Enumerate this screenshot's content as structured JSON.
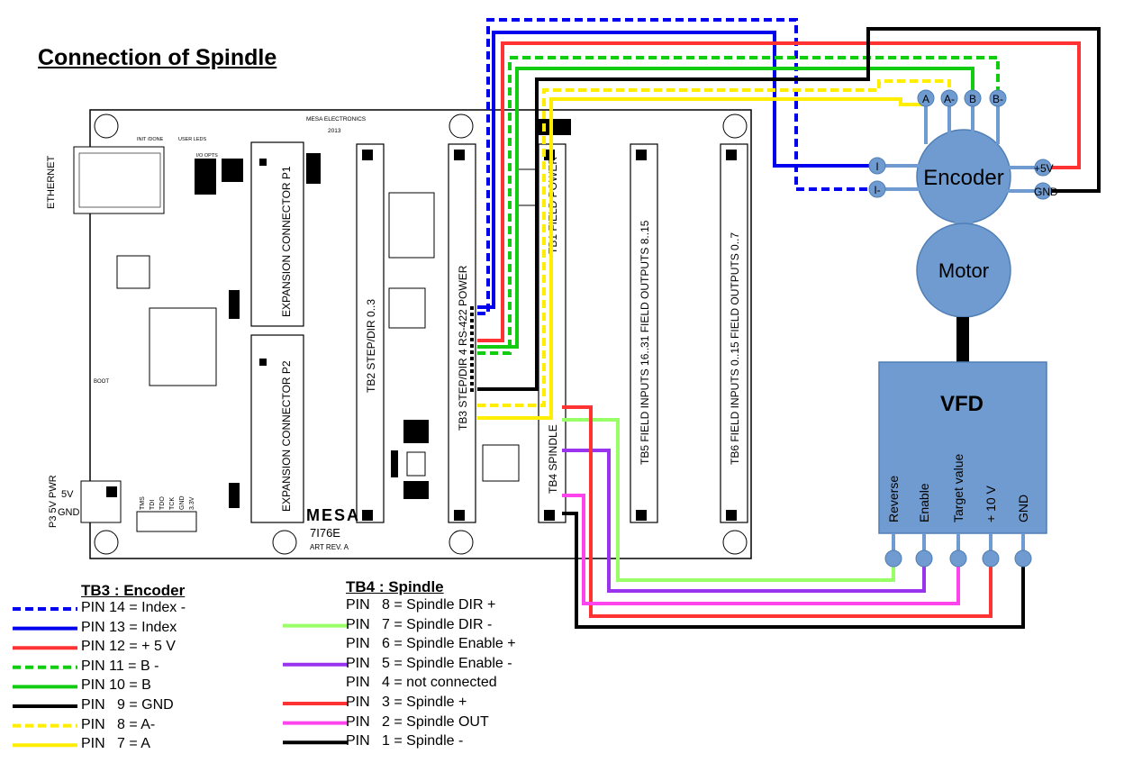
{
  "title": "Connection of Spindle",
  "board": {
    "maker": "MESA ELECTRONICS",
    "year": "2013",
    "logo_text": "MESA",
    "model": "7I76E",
    "rev": "ART REV. A",
    "ethernet": "ETHERNET",
    "p1": "EXPANSION CONNECTOR P1",
    "p2": "EXPANSION CONNECTOR P2",
    "tb2": "TB2 STEP/DIR 0..3",
    "tb3": "TB3 STEP/DIR 4 RS-422 POWER",
    "tb4": "TB4 SPINDLE",
    "tb1": "TB1 FIELD POWER",
    "tb5": "TB5 FIELD INPUTS 16..31 FIELD OUTPUTS 8..15",
    "tb6": "TB6 FIELD INPUTS 0..15 FIELD OUTPUTS 0..7",
    "pwr": "P3 5V PWR",
    "pwr_5v": "5V",
    "pwr_gnd": "GND",
    "user_leds": "USER LEDS",
    "io_opts": "I/O OPTS",
    "init_done": "INIT /DONE",
    "boot": "BOOT",
    "jtag": [
      "TMS",
      "TDI",
      "TDO",
      "TCK",
      "GND",
      "3.3V"
    ]
  },
  "encoder": {
    "label": "Encoder",
    "top_pins": [
      "A",
      "A-",
      "B",
      "B-"
    ],
    "left_pins": [
      "I",
      "I-"
    ],
    "right_pins": [
      "+5V",
      "GND"
    ]
  },
  "motor": {
    "label": "Motor"
  },
  "vfd": {
    "label": "VFD",
    "terminals": [
      "Reverse",
      "Enable",
      "Target value",
      "+ 10 V",
      "GND"
    ]
  },
  "legend_tb3": {
    "title": "TB3 : Encoder",
    "items": [
      {
        "text": "PIN 14 = Index -",
        "color": "#0000ee",
        "dashed": true
      },
      {
        "text": "PIN 13 = Index",
        "color": "#0000ee",
        "dashed": false
      },
      {
        "text": "PIN 12 = + 5 V",
        "color": "#ff3333",
        "dashed": false
      },
      {
        "text": "PIN 11 = B -",
        "color": "#11cc11",
        "dashed": true
      },
      {
        "text": "PIN 10 = B",
        "color": "#11cc11",
        "dashed": false
      },
      {
        "text": "PIN   9 = GND",
        "color": "#000000",
        "dashed": false
      },
      {
        "text": "PIN   8 = A-",
        "color": "#ffee00",
        "dashed": true
      },
      {
        "text": "PIN   7 = A",
        "color": "#ffee00",
        "dashed": false
      }
    ]
  },
  "legend_tb4": {
    "title": "TB4 : Spindle",
    "items": [
      {
        "text": "PIN   8 = Spindle DIR +",
        "color": "",
        "dashed": false
      },
      {
        "text": "PIN   7 = Spindle DIR -",
        "color": "#99ff66",
        "dashed": false
      },
      {
        "text": "PIN   6 = Spindle Enable +",
        "color": "",
        "dashed": false
      },
      {
        "text": "PIN   5 = Spindle Enable -",
        "color": "#9933ee",
        "dashed": false
      },
      {
        "text": "PIN   4 = not connected",
        "color": "",
        "dashed": false
      },
      {
        "text": "PIN   3 = Spindle +",
        "color": "#ff3333",
        "dashed": false
      },
      {
        "text": "PIN   2 = Spindle OUT",
        "color": "#ff44ee",
        "dashed": false
      },
      {
        "text": "PIN   1 = Spindle -",
        "color": "#000000",
        "dashed": false
      }
    ]
  }
}
